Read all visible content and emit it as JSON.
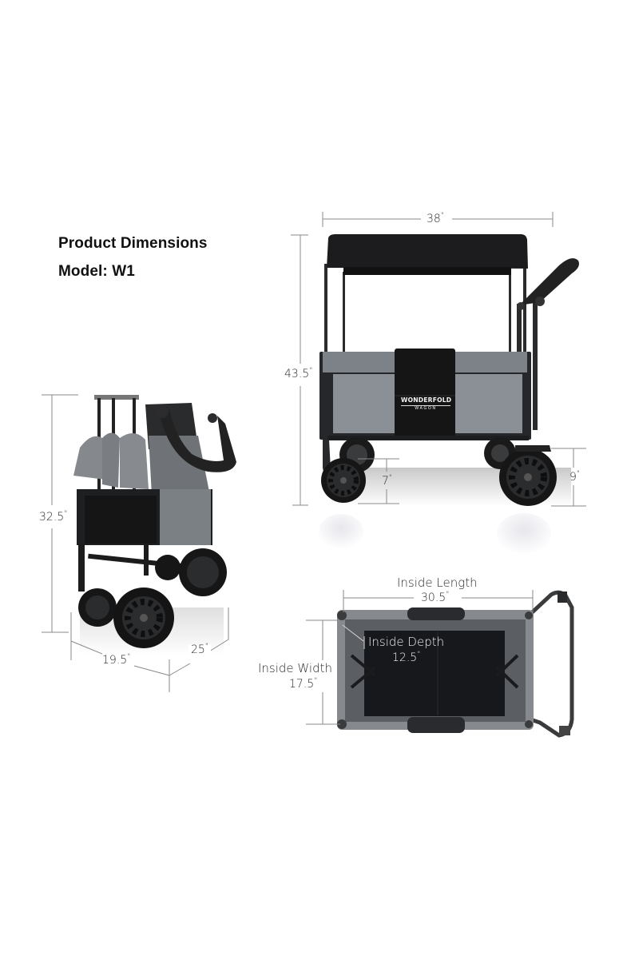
{
  "heading": {
    "title": "Product Dimensions",
    "model": "Model: W1"
  },
  "brand": {
    "logo_main": "WONDERFOLD",
    "logo_sub": "WAGON"
  },
  "colors": {
    "canopy": "#1c1c1e",
    "fabric_gray": "#7a7f85",
    "frame_black": "#222325",
    "dimension_line": "#8a8a8a",
    "text": "#2a2a2a"
  },
  "side_view": {
    "overall_length": "38",
    "overall_height": "43.5",
    "front_wheel_height": "7",
    "rear_wheel_height": "9",
    "unit_mark": "\""
  },
  "folded_view": {
    "folded_height": "32.5",
    "folded_width": "19.5",
    "folded_depth": "25",
    "unit_mark": "\""
  },
  "top_view": {
    "inside_length_label": "Inside Length",
    "inside_length": "30.5",
    "inside_width_label": "Inside Width",
    "inside_width": "17.5",
    "inside_depth_label": "Inside Depth",
    "inside_depth": "12.5",
    "unit_mark": "\""
  }
}
